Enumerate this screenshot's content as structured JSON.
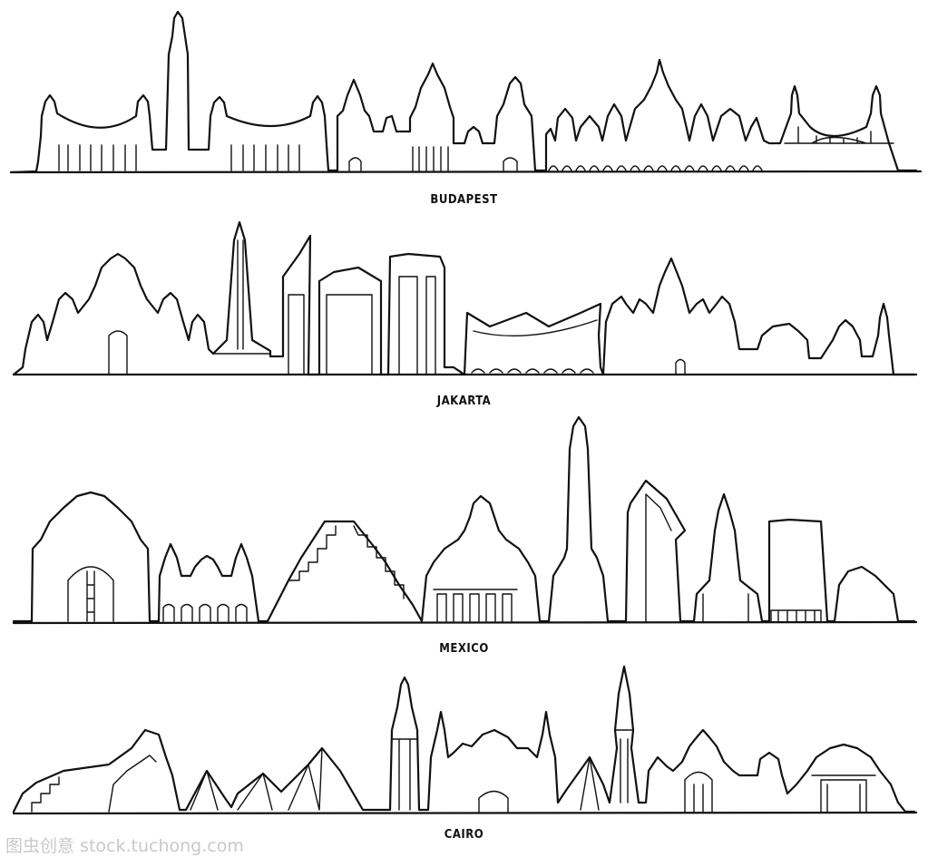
{
  "panels": [
    {
      "city": "BUDAPEST"
    },
    {
      "city": "JAKARTA"
    },
    {
      "city": "MEXICO"
    },
    {
      "city": "CAIRO"
    }
  ],
  "watermark": "图虫创意 stock.tuchong.com",
  "colors": {
    "ink": "#111111",
    "background": "#ffffff",
    "watermark": "#c9c9c9"
  }
}
